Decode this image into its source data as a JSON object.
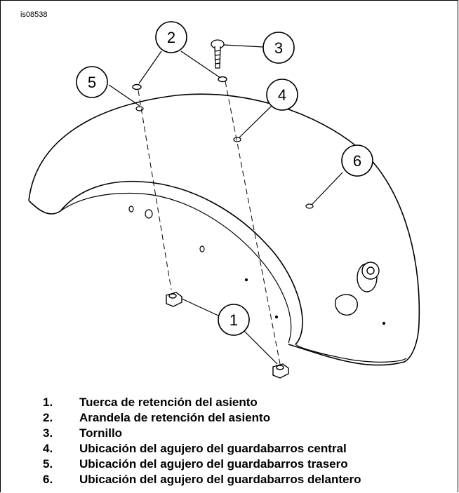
{
  "figure_id": "is08538",
  "callouts": [
    "1",
    "2",
    "3",
    "4",
    "5",
    "6"
  ],
  "legend": [
    {
      "num": "1.",
      "text": "Tuerca de retención del asiento"
    },
    {
      "num": "2.",
      "text": "Arandela de retención del asiento"
    },
    {
      "num": "3.",
      "text": "Tornillo"
    },
    {
      "num": "4.",
      "text": "Ubicación del agujero del guardabarros central"
    },
    {
      "num": "5.",
      "text": "Ubicación del agujero del guardabarros trasero"
    },
    {
      "num": "6.",
      "text": "Ubicación del agujero del guardabarros delantero"
    }
  ]
}
